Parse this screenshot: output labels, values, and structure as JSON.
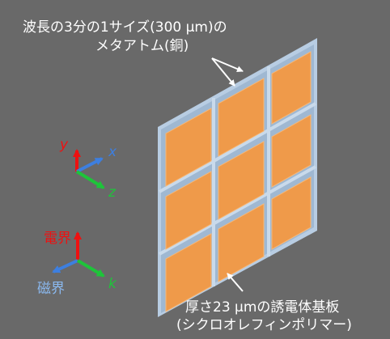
{
  "colors": {
    "background": "#696969",
    "frame": "#b8cde3",
    "tile": "#ef9a4a",
    "tile_edge": "#f6b878",
    "arrow_x": "#3d7fe0",
    "arrow_y": "#ee1111",
    "arrow_z": "#1ec43a",
    "electric": "#ee1111",
    "magnetic": "#8ab8ee"
  },
  "annotations": {
    "metaatom_line1": "波長の3分の1サイズ(300 μm)の",
    "metaatom_line2": "メタアトム(銅)",
    "substrate_line1": "厚さ23 μmの誘電体基板",
    "substrate_line2": "(シクロオレフィンポリマー)"
  },
  "axes": {
    "x": "x",
    "y": "y",
    "z": "z"
  },
  "field_axes": {
    "electric": "電界",
    "magnetic": "磁界",
    "k": "k"
  }
}
